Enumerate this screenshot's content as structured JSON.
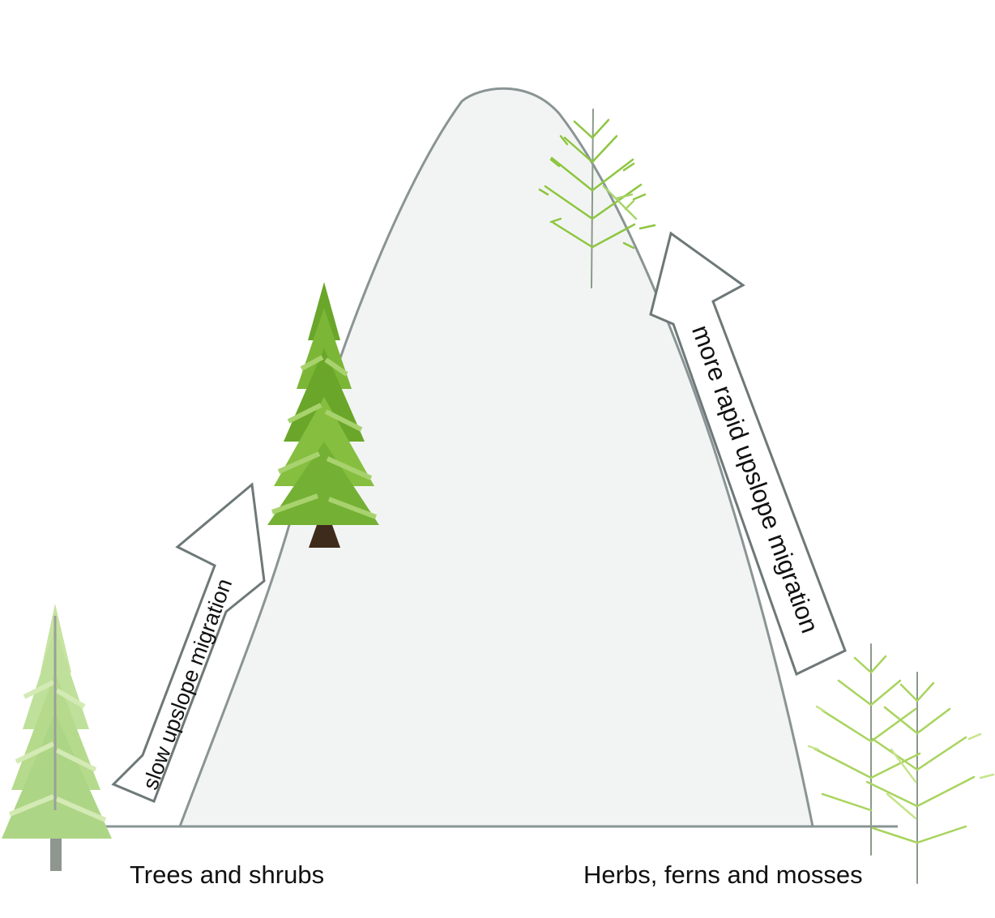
{
  "diagram": {
    "labels": {
      "left_group": "Trees and shrubs",
      "right_group": "Herbs, ferns and mosses",
      "slow_arrow": "slow upslope migration",
      "rapid_arrow": "more rapid upslope migration"
    },
    "colors": {
      "mountain_fill": "#f2f4f3",
      "mountain_stroke": "#8a9494",
      "arrow_stroke": "#6e7878",
      "conifer_dark": "#6aa629",
      "conifer_light": "#a8d26e",
      "conifer_pale": "#bfe09a",
      "trunk_dark": "#3e2b1c",
      "trunk_grey": "#8f958f",
      "fern_green": "#8dc63f",
      "fern_pale": "#c6e48b"
    },
    "icons": {
      "conifer_mature": "conifer-tree-icon",
      "conifer_faded": "faded-conifer-tree-icon",
      "herb_upslope": "herb-plant-icon",
      "herb_lowland": "herb-plant-cluster-icon"
    }
  }
}
